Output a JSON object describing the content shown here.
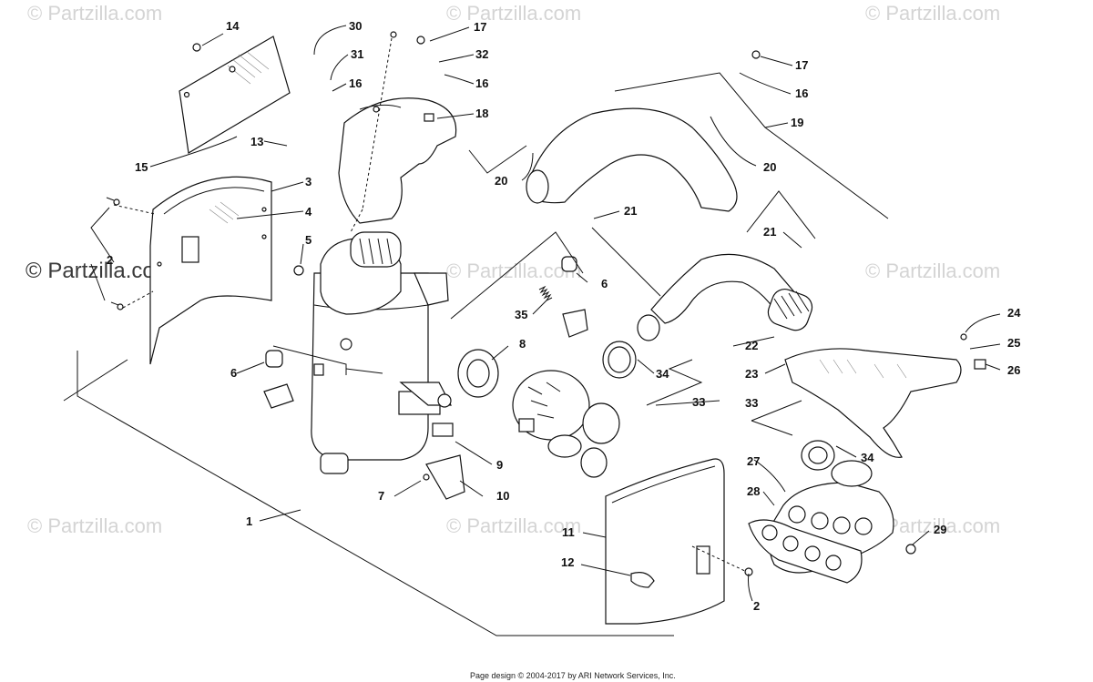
{
  "watermarks": [
    "© Partzilla.com",
    "© Partzilla.com",
    "© Partzilla.com",
    "© Partzilla.com",
    "© Partzilla.com",
    "© Partzilla.com",
    "© Partzilla.com",
    "© Partzilla.com",
    "© Partzilla.com",
    "© Partzilla.com",
    "© Partzilla.com"
  ],
  "watermark_dark": "© Partzilla.com",
  "callouts": [
    "14",
    "30",
    "17",
    "31",
    "32",
    "16",
    "16",
    "18",
    "13",
    "15",
    "3",
    "4",
    "5",
    "2",
    "17",
    "16",
    "19",
    "20",
    "20",
    "21",
    "21",
    "6",
    "6",
    "35",
    "8",
    "22",
    "24",
    "25",
    "26",
    "23",
    "34",
    "33",
    "33",
    "34",
    "9",
    "7",
    "10",
    "1",
    "11",
    "27",
    "28",
    "29",
    "12",
    "2"
  ],
  "footer": "Page design © 2004-2017 by ARI Network Services, Inc."
}
